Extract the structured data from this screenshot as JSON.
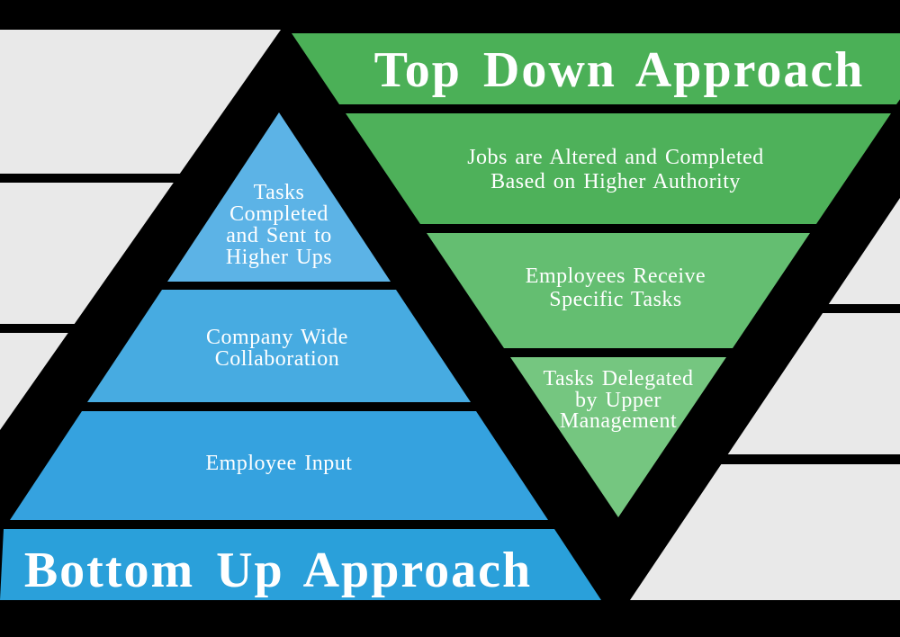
{
  "colors": {
    "background": "#000000",
    "backdrop_gray": "#E9E9E9",
    "text": "#FFFFFF",
    "blue_level_top": "#5CB3E6",
    "blue_level_mid": "#47ABE1",
    "blue_level_low": "#35A2DF",
    "blue_base_band": "#2AA0DA",
    "green_band_title": "#4BB057",
    "green_band_upper": "#4EB15A",
    "green_band_mid": "#64BE71",
    "green_band_tip": "#75C680"
  },
  "top_down": {
    "title": "Top Down Approach",
    "levels": [
      {
        "lines": [
          "Jobs are Altered and Completed",
          "Based on Higher Authority"
        ]
      },
      {
        "lines": [
          "Employees Receive",
          "Specific Tasks"
        ]
      },
      {
        "lines": [
          "Tasks Delegated",
          "by Upper",
          "Management"
        ]
      }
    ]
  },
  "bottom_up": {
    "title": "Bottom Up Approach",
    "levels": [
      {
        "lines": [
          "Tasks",
          "Completed",
          "and Sent to",
          "Higher Ups"
        ]
      },
      {
        "lines": [
          "Company Wide",
          "Collaboration"
        ]
      },
      {
        "lines": [
          "Employee Input"
        ]
      }
    ]
  }
}
